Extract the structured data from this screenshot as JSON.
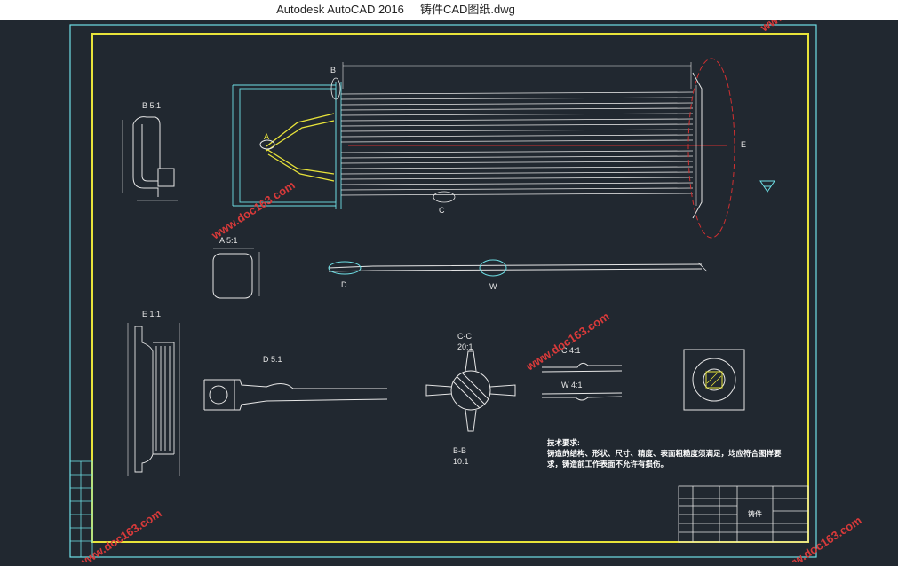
{
  "window": {
    "app_title": "Autodesk AutoCAD 2016",
    "file_name": "铸件CAD图纸.dwg"
  },
  "watermark": {
    "text": "www.doc163.com"
  },
  "colors": {
    "background": "#212830",
    "border_cyan": "#6fe0e6",
    "frame_yellow": "#e8e33a",
    "geometry_white": "#e6e6e6",
    "centerline_red": "#d03030",
    "watermark_red": "#d83a3a"
  },
  "views": {
    "detail_b": "B 5:1",
    "detail_a": "A 5:1",
    "detail_e": "E 1:1",
    "detail_d": "D 5:1",
    "section_cc": "C-C",
    "section_cc_scale": "20:1",
    "section_bb": "B-B",
    "section_bb_scale": "10:1",
    "detail_c": "C 4:1",
    "detail_w": "W 4:1"
  },
  "callouts": {
    "b": "B",
    "a": "A",
    "c": "C",
    "e": "E",
    "d": "D",
    "w": "W"
  },
  "notes": {
    "heading": "技术要求:",
    "line1": "铸造的结构、形状、尺寸、精度、表面粗糙度须满足，均应符合图样要",
    "line2": "求，铸造前工作表面不允许有损伤。"
  },
  "title_block": {
    "part_name": "铸件"
  }
}
